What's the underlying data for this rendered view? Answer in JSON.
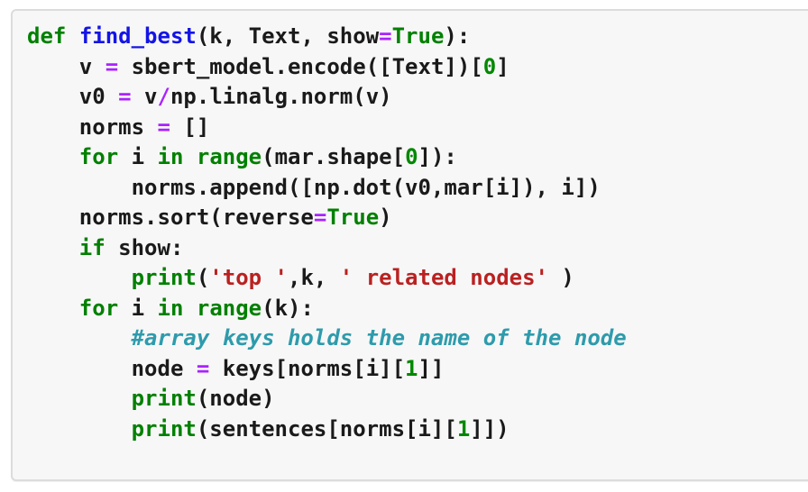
{
  "page": {
    "background": "#ffffff"
  },
  "cell": {
    "type": "code-input",
    "language": "python",
    "background": "#f7f7f7",
    "border_color": "#dcdcdc",
    "text_color": "#1a1a1a"
  },
  "code": {
    "token_styles": {
      "k": {
        "color": "#008000",
        "bold": true
      },
      "d": {
        "color": "#1414e6",
        "bold": true
      },
      "b": {
        "color": "#008000",
        "bold": true
      },
      "n": {
        "color": "#008800",
        "bold": true
      },
      "o": {
        "color": "#aa22ff",
        "bold": true
      },
      "s": {
        "color": "#ba2121",
        "bold": true
      },
      "c": {
        "color": "#2e9bac",
        "italic": true
      },
      "p": {
        "color": "#1a1a1a"
      }
    },
    "lines": [
      [
        {
          "t": "def",
          "c": "k"
        },
        {
          "t": " ",
          "c": "p"
        },
        {
          "t": "find_best",
          "c": "d"
        },
        {
          "t": "(k, Text, show",
          "c": "p"
        },
        {
          "t": "=",
          "c": "o"
        },
        {
          "t": "True",
          "c": "k"
        },
        {
          "t": "):",
          "c": "p"
        }
      ],
      [
        {
          "t": "    v ",
          "c": "p"
        },
        {
          "t": "=",
          "c": "o"
        },
        {
          "t": " sbert_model.encode([Text])[",
          "c": "p"
        },
        {
          "t": "0",
          "c": "n"
        },
        {
          "t": "]",
          "c": "p"
        }
      ],
      [
        {
          "t": "    v0 ",
          "c": "p"
        },
        {
          "t": "=",
          "c": "o"
        },
        {
          "t": " v",
          "c": "p"
        },
        {
          "t": "/",
          "c": "o"
        },
        {
          "t": "np.linalg.norm(v)",
          "c": "p"
        }
      ],
      [
        {
          "t": "    norms ",
          "c": "p"
        },
        {
          "t": "=",
          "c": "o"
        },
        {
          "t": " []",
          "c": "p"
        }
      ],
      [
        {
          "t": "    ",
          "c": "p"
        },
        {
          "t": "for",
          "c": "k"
        },
        {
          "t": " i ",
          "c": "p"
        },
        {
          "t": "in",
          "c": "k"
        },
        {
          "t": " ",
          "c": "p"
        },
        {
          "t": "range",
          "c": "b"
        },
        {
          "t": "(mar.shape[",
          "c": "p"
        },
        {
          "t": "0",
          "c": "n"
        },
        {
          "t": "]):",
          "c": "p"
        }
      ],
      [
        {
          "t": "        norms.append([np.dot(v0,mar[i]), i])",
          "c": "p"
        }
      ],
      [
        {
          "t": "    norms.sort(reverse",
          "c": "p"
        },
        {
          "t": "=",
          "c": "o"
        },
        {
          "t": "True",
          "c": "k"
        },
        {
          "t": ")",
          "c": "p"
        }
      ],
      [
        {
          "t": "    ",
          "c": "p"
        },
        {
          "t": "if",
          "c": "k"
        },
        {
          "t": " show:",
          "c": "p"
        }
      ],
      [
        {
          "t": "        ",
          "c": "p"
        },
        {
          "t": "print",
          "c": "b"
        },
        {
          "t": "(",
          "c": "p"
        },
        {
          "t": "'top '",
          "c": "s"
        },
        {
          "t": ",k, ",
          "c": "p"
        },
        {
          "t": "' related nodes'",
          "c": "s"
        },
        {
          "t": " )",
          "c": "p"
        }
      ],
      [
        {
          "t": "    ",
          "c": "p"
        },
        {
          "t": "for",
          "c": "k"
        },
        {
          "t": " i ",
          "c": "p"
        },
        {
          "t": "in",
          "c": "k"
        },
        {
          "t": " ",
          "c": "p"
        },
        {
          "t": "range",
          "c": "b"
        },
        {
          "t": "(k):",
          "c": "p"
        }
      ],
      [
        {
          "t": "        ",
          "c": "p"
        },
        {
          "t": "#array keys holds the name of the node",
          "c": "c"
        }
      ],
      [
        {
          "t": "        node ",
          "c": "p"
        },
        {
          "t": "=",
          "c": "o"
        },
        {
          "t": " keys[norms[i][",
          "c": "p"
        },
        {
          "t": "1",
          "c": "n"
        },
        {
          "t": "]]",
          "c": "p"
        }
      ],
      [
        {
          "t": "        ",
          "c": "p"
        },
        {
          "t": "print",
          "c": "b"
        },
        {
          "t": "(node)",
          "c": "p"
        }
      ],
      [
        {
          "t": "        ",
          "c": "p"
        },
        {
          "t": "print",
          "c": "b"
        },
        {
          "t": "(sentences[norms[i][",
          "c": "p"
        },
        {
          "t": "1",
          "c": "n"
        },
        {
          "t": "]])",
          "c": "p"
        }
      ]
    ]
  }
}
